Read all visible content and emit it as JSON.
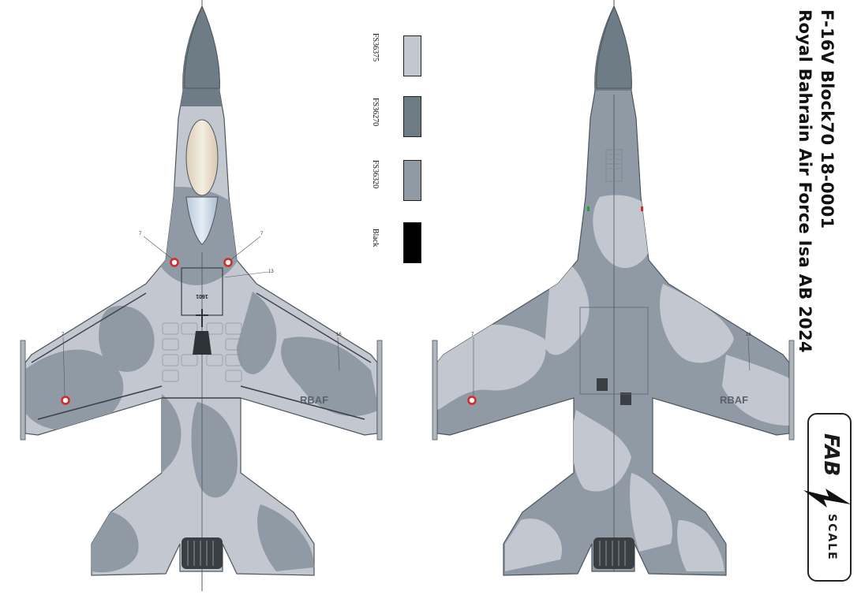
{
  "title": {
    "line1": "F-16V Block70 18-0001",
    "line2": "Royal Bahrain Air Force Isa AB 2024"
  },
  "colors": [
    {
      "code": "FS36375",
      "hex": "#c3c8d0"
    },
    {
      "code": "FS36270",
      "hex": "#6e7c86"
    },
    {
      "code": "FS36320",
      "hex": "#8f9aa5"
    },
    {
      "code": "Black",
      "hex": "#000000"
    }
  ],
  "markings": {
    "wing_text": "RBAF",
    "serial": "1601",
    "callouts": [
      "7",
      "7",
      "13",
      "7",
      "16",
      "7",
      "16"
    ]
  },
  "logo": {
    "brand": "FAB",
    "sub": "SCALE"
  },
  "views": [
    "top-view",
    "bottom-view"
  ]
}
